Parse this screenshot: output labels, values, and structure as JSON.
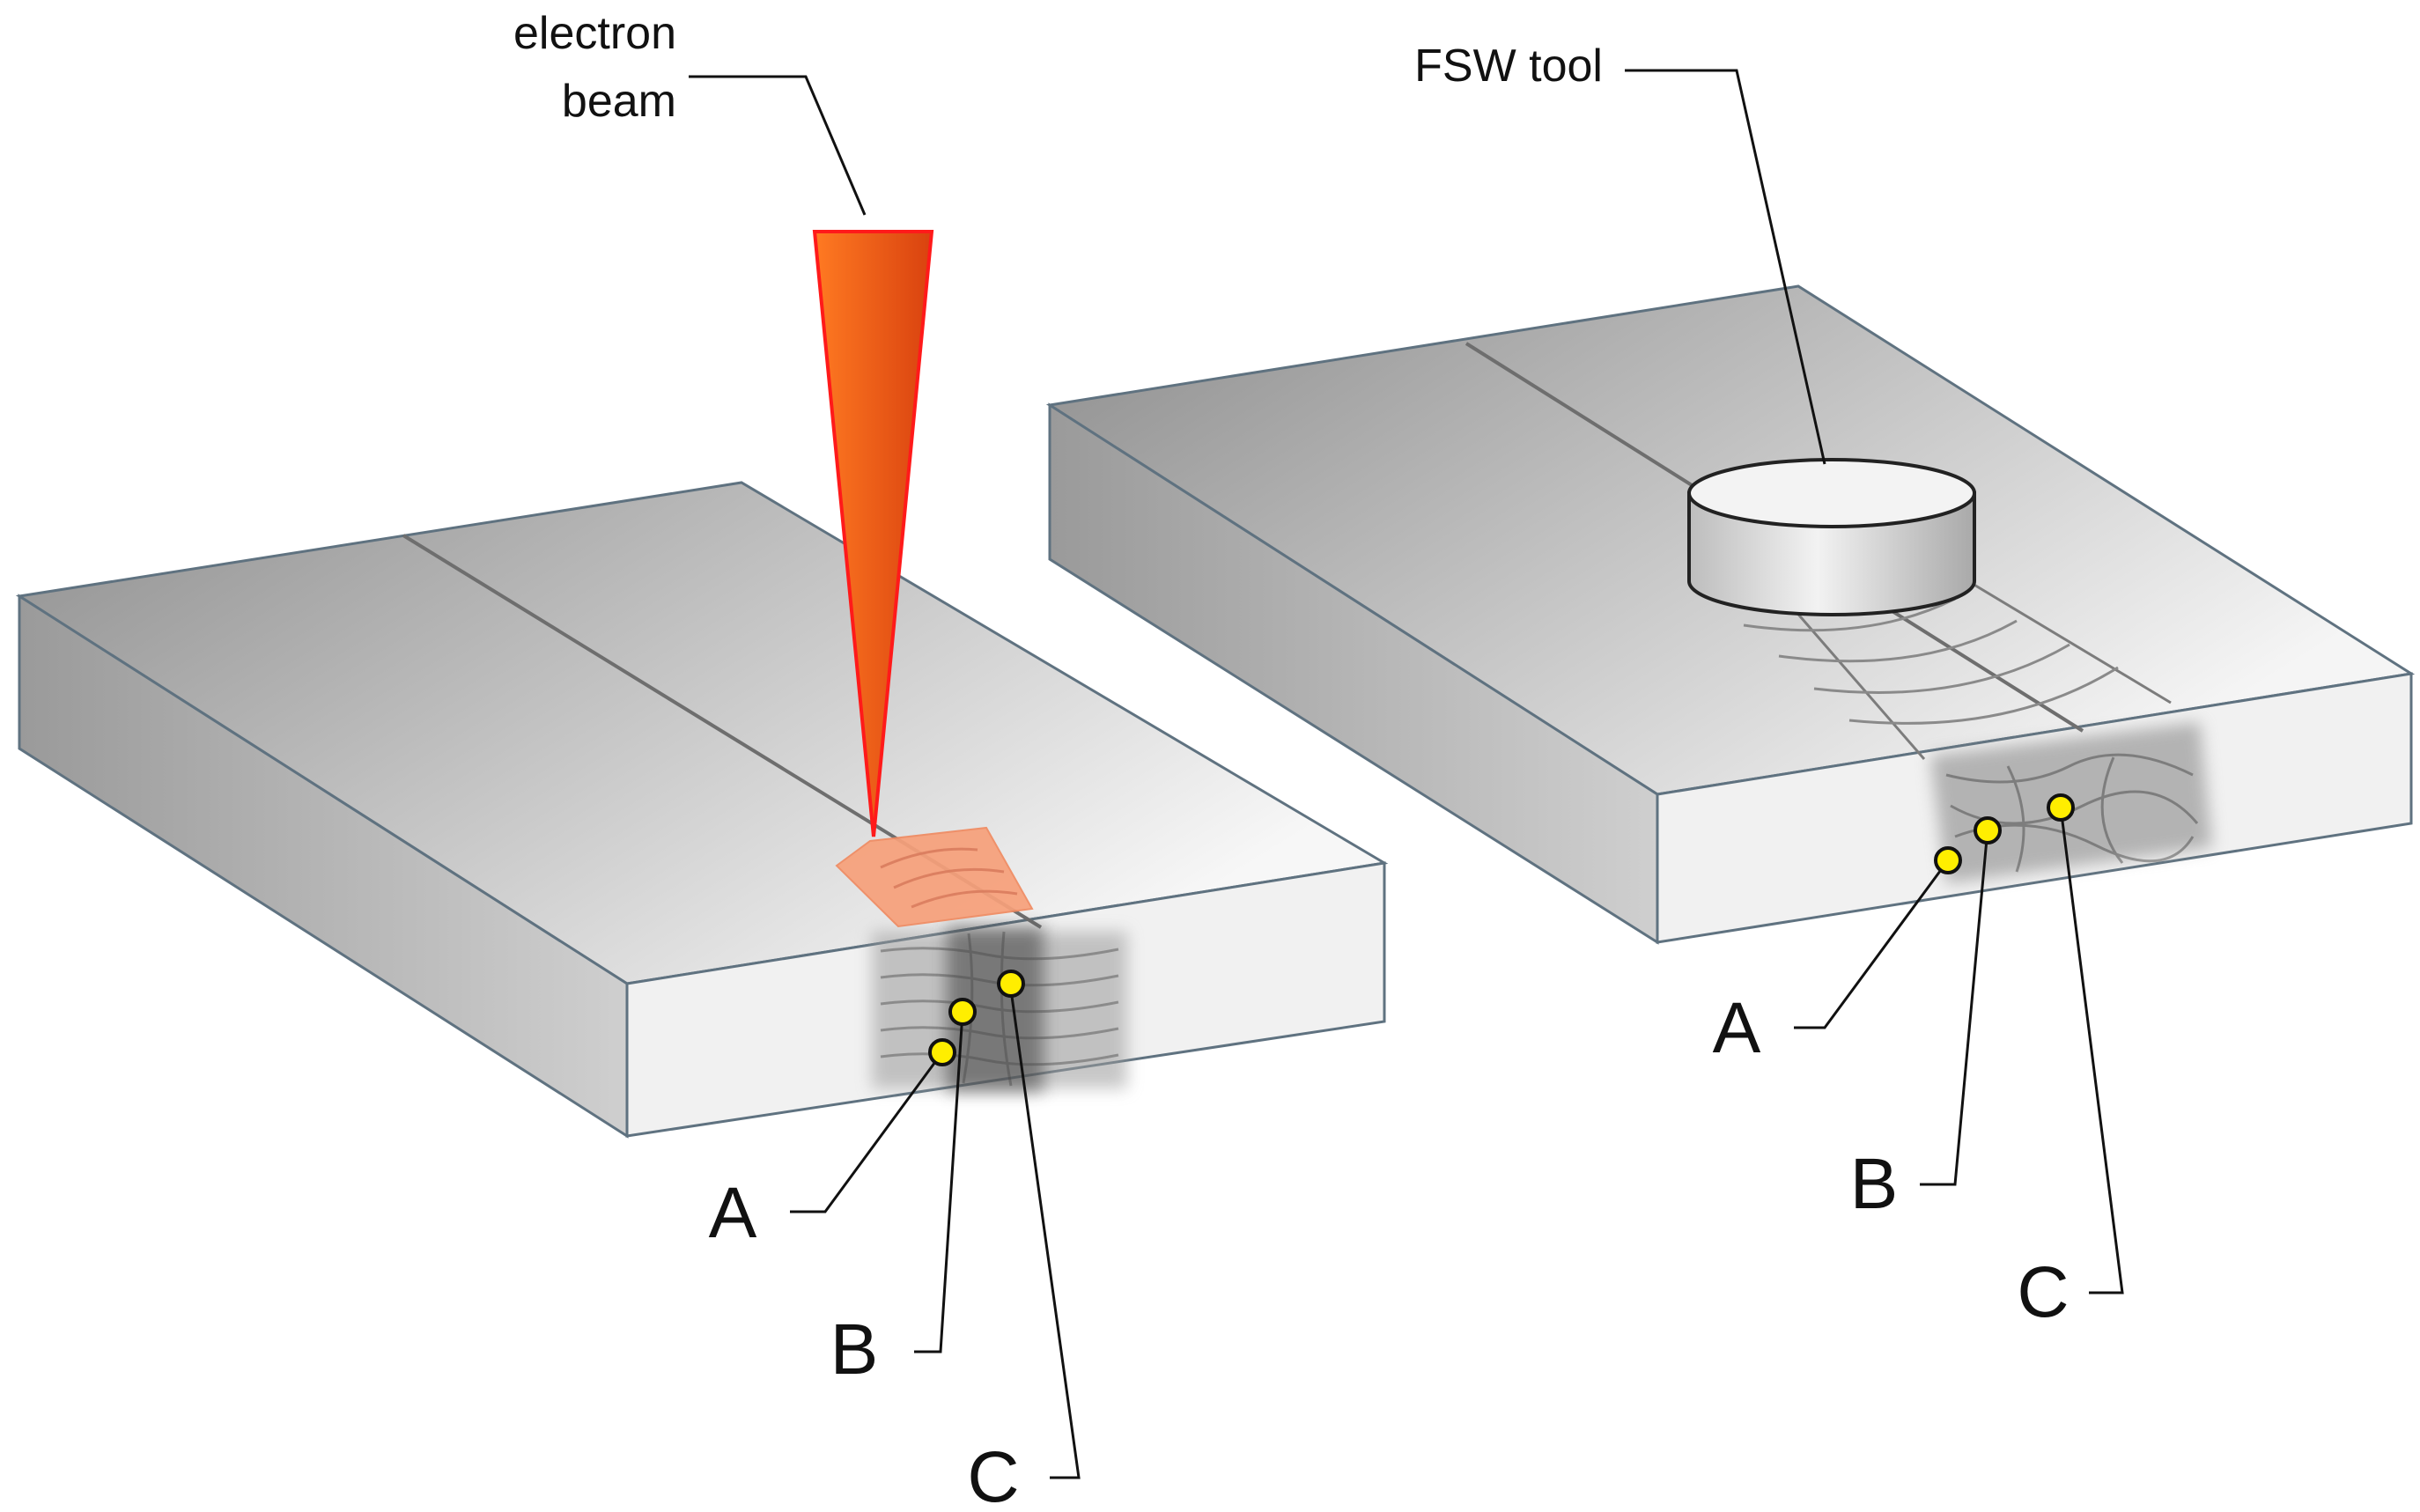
{
  "left_panel": {
    "beam_label_line1": "electron",
    "beam_label_line2": "beam",
    "point_labels": [
      "A",
      "B",
      "C"
    ]
  },
  "right_panel": {
    "tool_label": "FSW tool",
    "point_labels": [
      "A",
      "B",
      "C"
    ]
  },
  "colors": {
    "beam": "#ff6a1a",
    "beam_outline": "#ff1a1a",
    "weld_pool": "#f7a07a",
    "marker": "#ffee00",
    "plate_top": "#d6d6d6",
    "plate_side": "#f1f1f1"
  }
}
